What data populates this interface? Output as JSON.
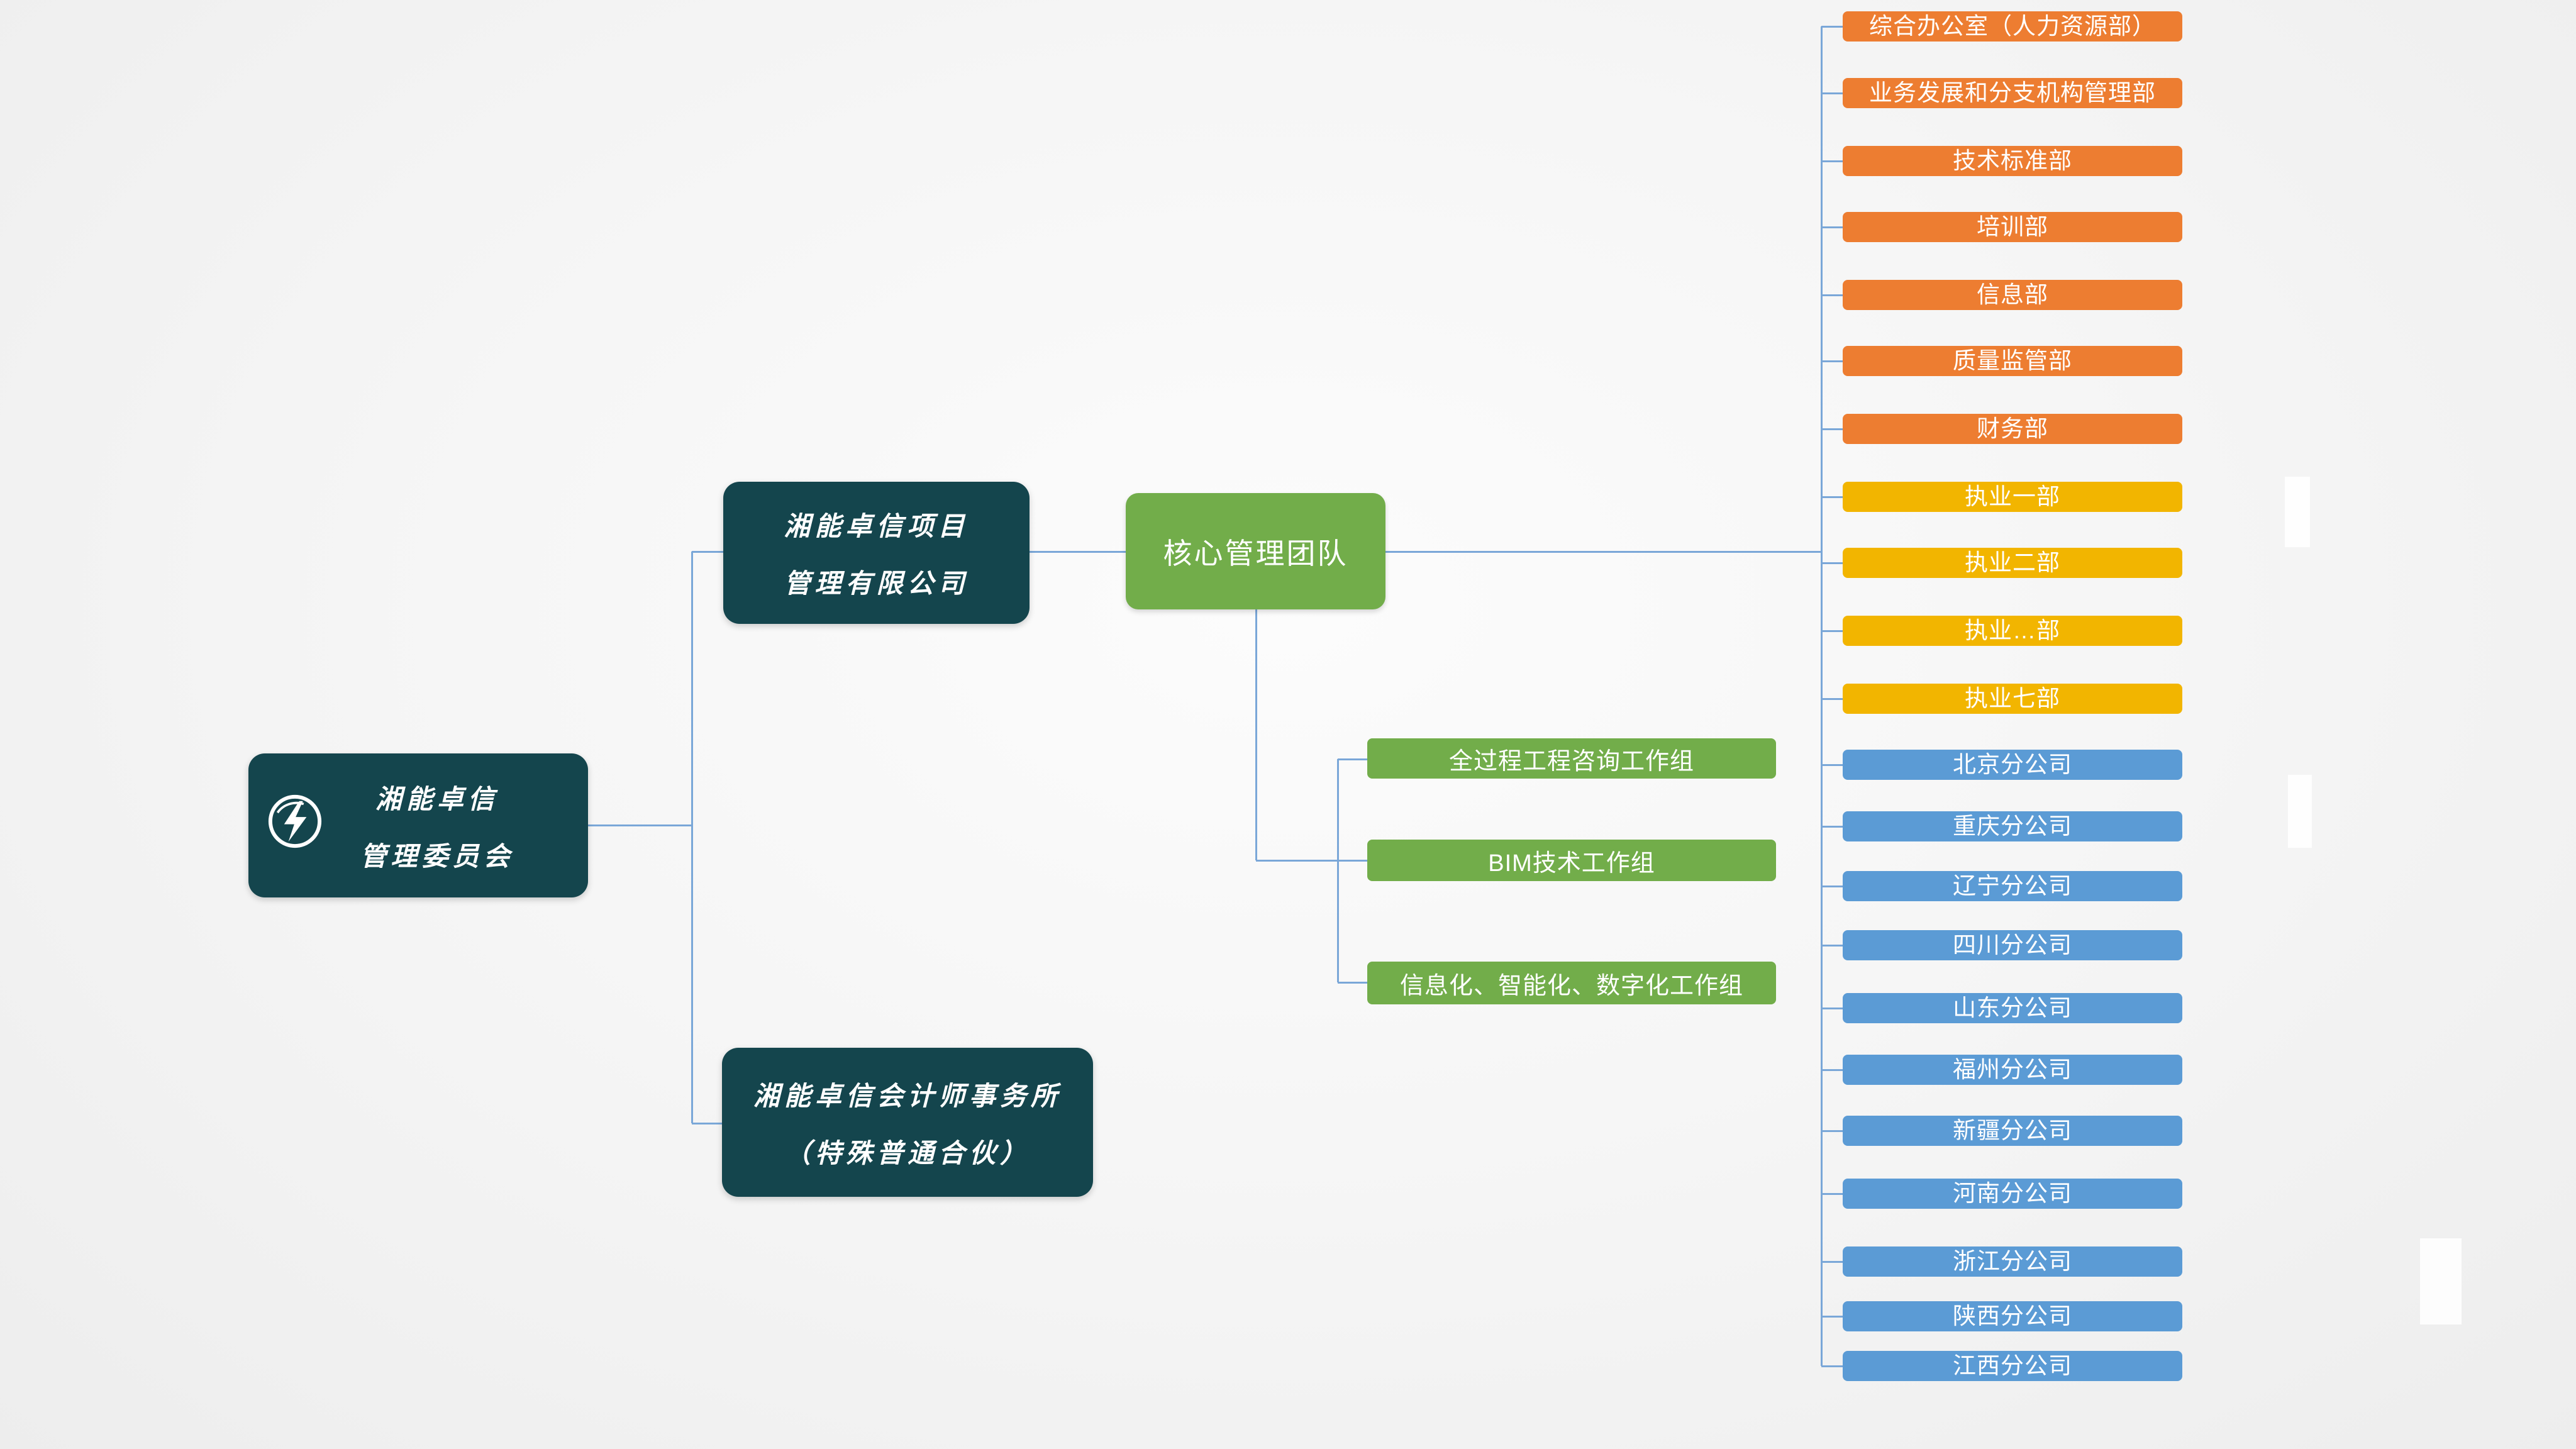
{
  "colors": {
    "teal": "#14454d",
    "green": "#72ad4a",
    "orange": "#ed7d31",
    "gold": "#f2b500",
    "blue": "#5b9bd5",
    "line": "#7aa7d8"
  },
  "committee": {
    "line1": "湘能卓信",
    "line2": "管理委员会"
  },
  "project_company": {
    "line1": "湘能卓信项目",
    "line2": "管理有限公司"
  },
  "accounting_firm": {
    "line1": "湘能卓信会计师事务所",
    "line2": "（特殊普通合伙）"
  },
  "core_team": {
    "label": "核心管理团队"
  },
  "work_groups": [
    {
      "label": "全过程工程咨询工作组"
    },
    {
      "label": "BIM技术工作组"
    },
    {
      "label": "信息化、智能化、数字化工作组"
    }
  ],
  "departments": [
    {
      "label": "综合办公室（人力资源部）",
      "group": "orange"
    },
    {
      "label": "业务发展和分支机构管理部",
      "group": "orange"
    },
    {
      "label": "技术标准部",
      "group": "orange"
    },
    {
      "label": "培训部",
      "group": "orange"
    },
    {
      "label": "信息部",
      "group": "orange"
    },
    {
      "label": "质量监管部",
      "group": "orange"
    },
    {
      "label": "财务部",
      "group": "orange"
    },
    {
      "label": "执业一部",
      "group": "gold"
    },
    {
      "label": "执业二部",
      "group": "gold"
    },
    {
      "label": "执业…部",
      "group": "gold"
    },
    {
      "label": "执业七部",
      "group": "gold"
    },
    {
      "label": "北京分公司",
      "group": "blue"
    },
    {
      "label": "重庆分公司",
      "group": "blue"
    },
    {
      "label": "辽宁分公司",
      "group": "blue"
    },
    {
      "label": "四川分公司",
      "group": "blue"
    },
    {
      "label": "山东分公司",
      "group": "blue"
    },
    {
      "label": "福州分公司",
      "group": "blue"
    },
    {
      "label": "新疆分公司",
      "group": "blue"
    },
    {
      "label": "河南分公司",
      "group": "blue"
    },
    {
      "label": "浙江分公司",
      "group": "blue"
    },
    {
      "label": "陕西分公司",
      "group": "blue"
    },
    {
      "label": "江西分公司",
      "group": "blue"
    }
  ]
}
